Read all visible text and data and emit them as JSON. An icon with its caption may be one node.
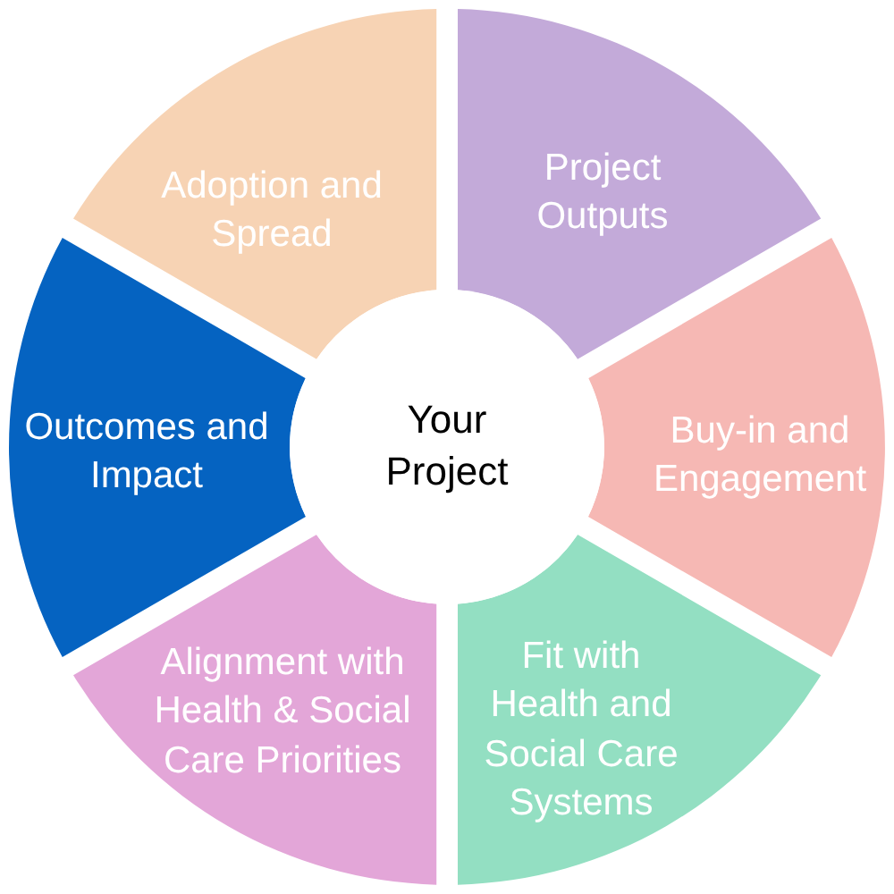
{
  "diagram": {
    "nodes": [
      {
        "text": [
          "Your Project"
        ]
      },
      {
        "text": [
          "Project Outputs"
        ]
      },
      {
        "text": [
          "Buy-in and Engagement"
        ]
      },
      {
        "text": [
          "Fit with Health and Social Care Systems"
        ]
      },
      {
        "text": [
          "Alignment with Health & Social Care Priorities"
        ]
      },
      {
        "text": [
          "Outcomes and Impact"
        ]
      },
      {
        "text": [
          "Adoption and Spread"
        ]
      }
    ]
  }
}
